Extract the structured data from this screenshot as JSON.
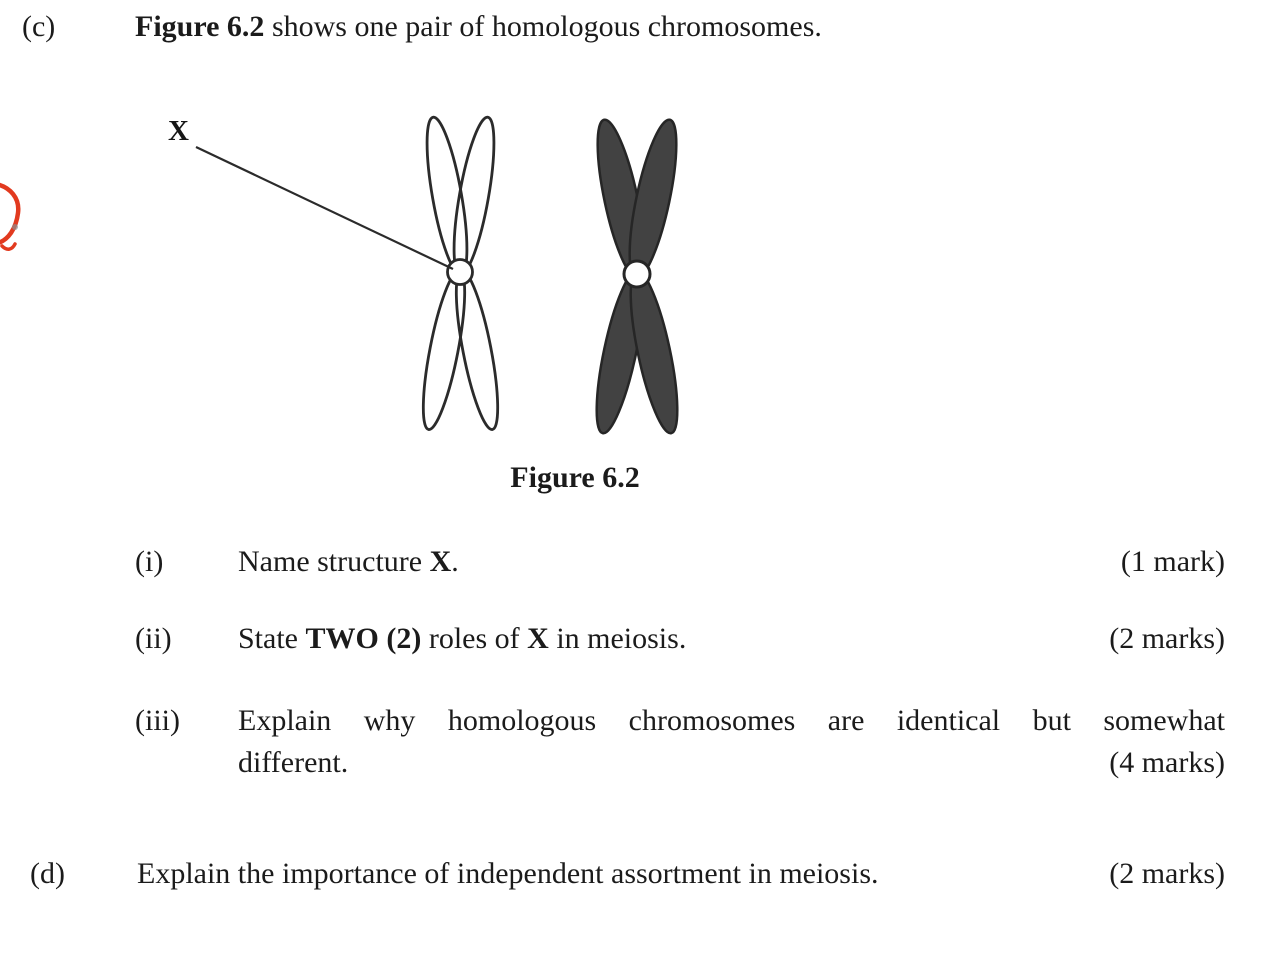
{
  "question_c": {
    "label": "(c)",
    "intro_bold": "Figure 6.2",
    "intro_rest": " shows one pair of homologous chromosomes.",
    "figure": {
      "pointer_label": "X",
      "caption": "Figure 6.2",
      "outline_color": "#2b2b2b",
      "shaded_fill": "#424242"
    },
    "parts": [
      {
        "label": "(i)",
        "marks": "(1 mark)",
        "segments": [
          {
            "text": "Name structure ",
            "bold": false
          },
          {
            "text": "X",
            "bold": true
          },
          {
            "text": ".",
            "bold": false
          }
        ]
      },
      {
        "label": "(ii)",
        "marks": "(2 marks)",
        "segments": [
          {
            "text": "State ",
            "bold": false
          },
          {
            "text": "TWO (2)",
            "bold": true
          },
          {
            "text": " roles of ",
            "bold": false
          },
          {
            "text": "X",
            "bold": true
          },
          {
            "text": " in meiosis.",
            "bold": false
          }
        ]
      },
      {
        "label": "(iii)",
        "marks": "(4 marks)",
        "line1": "Explain why homologous chromosomes are identical but somewhat",
        "line2": "different."
      }
    ]
  },
  "question_d": {
    "label": "(d)",
    "text": "Explain the importance of independent assortment in meiosis.",
    "marks": "(2 marks)"
  },
  "annotations": {
    "red_mark_color": "#e23a1f"
  }
}
